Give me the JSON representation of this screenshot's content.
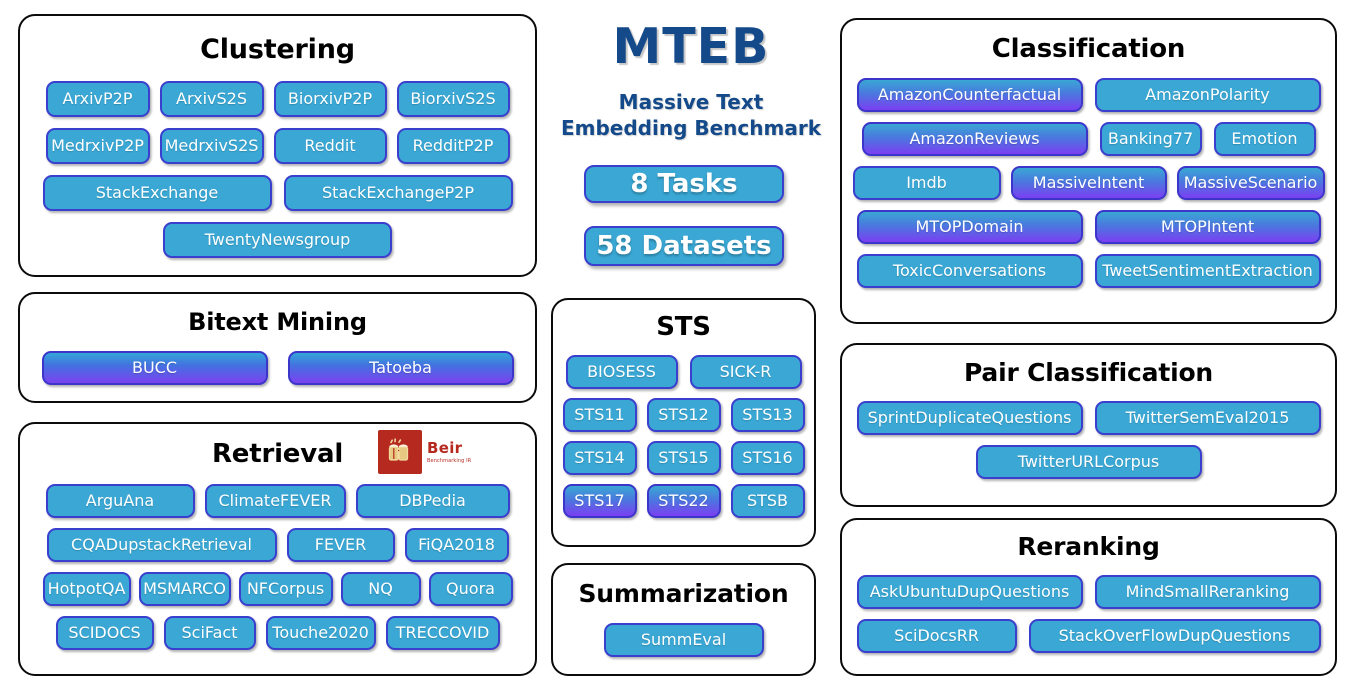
{
  "branding": {
    "title": "MTEB",
    "subtitle_line1": "Massive Text",
    "subtitle_line2": "Embedding Benchmark",
    "stats": [
      {
        "label": "8 Tasks",
        "name": "tasks-count-badge"
      },
      {
        "label": "58 Datasets",
        "name": "datasets-count-badge"
      }
    ],
    "title_color": "#144a8a",
    "chip_color": "#3aa7d4",
    "chip_border_color": "#3b3fce",
    "chip_gradient_end_color": "#7b3ff2"
  },
  "beir_logo": {
    "name": "Beir",
    "tagline": "Benchmarking IR",
    "color": "#b5291f"
  },
  "panels": {
    "clustering": {
      "title": "Clustering",
      "rows": [
        [
          {
            "label": "ArxivP2P",
            "gradient": false
          },
          {
            "label": "ArxivS2S",
            "gradient": false
          },
          {
            "label": "BiorxivP2P",
            "gradient": false
          },
          {
            "label": "BiorxivS2S",
            "gradient": false
          }
        ],
        [
          {
            "label": "MedrxivP2P",
            "gradient": false
          },
          {
            "label": "MedrxivS2S",
            "gradient": false
          },
          {
            "label": "Reddit",
            "gradient": false
          },
          {
            "label": "RedditP2P",
            "gradient": false
          }
        ],
        [
          {
            "label": "StackExchange",
            "gradient": false
          },
          {
            "label": "StackExchangeP2P",
            "gradient": false
          }
        ],
        [
          {
            "label": "TwentyNewsgroup",
            "gradient": false
          }
        ]
      ]
    },
    "bitext_mining": {
      "title": "Bitext Mining",
      "rows": [
        [
          {
            "label": "BUCC",
            "gradient": "strong"
          },
          {
            "label": "Tatoeba",
            "gradient": "strong"
          }
        ]
      ]
    },
    "retrieval": {
      "title": "Retrieval",
      "rows": [
        [
          {
            "label": "ArguAna",
            "gradient": false
          },
          {
            "label": "ClimateFEVER",
            "gradient": false
          },
          {
            "label": "DBPedia",
            "gradient": false
          }
        ],
        [
          {
            "label": "CQADupstackRetrieval",
            "gradient": false
          },
          {
            "label": "FEVER",
            "gradient": false
          },
          {
            "label": "FiQA2018",
            "gradient": false
          }
        ],
        [
          {
            "label": "HotpotQA",
            "gradient": false
          },
          {
            "label": "MSMARCO",
            "gradient": false
          },
          {
            "label": "NFCorpus",
            "gradient": false
          },
          {
            "label": "NQ",
            "gradient": false
          },
          {
            "label": "Quora",
            "gradient": false
          }
        ],
        [
          {
            "label": "SCIDOCS",
            "gradient": false
          },
          {
            "label": "SciFact",
            "gradient": false
          },
          {
            "label": "Touche2020",
            "gradient": false
          },
          {
            "label": "TRECCOVID",
            "gradient": false
          }
        ]
      ]
    },
    "sts": {
      "title": "STS",
      "rows": [
        [
          {
            "label": "BIOSESS",
            "gradient": false
          },
          {
            "label": "SICK-R",
            "gradient": false
          }
        ],
        [
          {
            "label": "STS11",
            "gradient": false
          },
          {
            "label": "STS12",
            "gradient": false
          },
          {
            "label": "STS13",
            "gradient": false
          }
        ],
        [
          {
            "label": "STS14",
            "gradient": false
          },
          {
            "label": "STS15",
            "gradient": false
          },
          {
            "label": "STS16",
            "gradient": false
          }
        ],
        [
          {
            "label": "STS17",
            "gradient": true
          },
          {
            "label": "STS22",
            "gradient": true
          },
          {
            "label": "STSB",
            "gradient": false
          }
        ]
      ]
    },
    "summarization": {
      "title": "Summarization",
      "rows": [
        [
          {
            "label": "SummEval",
            "gradient": false
          }
        ]
      ]
    },
    "classification": {
      "title": "Classification",
      "rows": [
        [
          {
            "label": "AmazonCounterfactual",
            "gradient": true
          },
          {
            "label": "AmazonPolarity",
            "gradient": false
          }
        ],
        [
          {
            "label": "AmazonReviews",
            "gradient": true
          },
          {
            "label": "Banking77",
            "gradient": false
          },
          {
            "label": "Emotion",
            "gradient": false
          }
        ],
        [
          {
            "label": "Imdb",
            "gradient": false
          },
          {
            "label": "MassiveIntent",
            "gradient": true
          },
          {
            "label": "MassiveScenario",
            "gradient": true
          }
        ],
        [
          {
            "label": "MTOPDomain",
            "gradient": true
          },
          {
            "label": "MTOPIntent",
            "gradient": true
          }
        ],
        [
          {
            "label": "ToxicConversations",
            "gradient": false
          },
          {
            "label": "TweetSentimentExtraction",
            "gradient": false
          }
        ]
      ]
    },
    "pair_classification": {
      "title": "Pair Classification",
      "rows": [
        [
          {
            "label": "SprintDuplicateQuestions",
            "gradient": false
          },
          {
            "label": "TwitterSemEval2015",
            "gradient": false
          }
        ],
        [
          {
            "label": "TwitterURLCorpus",
            "gradient": false
          }
        ]
      ]
    },
    "reranking": {
      "title": "Reranking",
      "rows": [
        [
          {
            "label": "AskUbuntuDupQuestions",
            "gradient": false
          },
          {
            "label": "MindSmallReranking",
            "gradient": false
          }
        ],
        [
          {
            "label": "SciDocsRR",
            "gradient": false
          },
          {
            "label": "StackOverFlowDupQuestions",
            "gradient": false
          }
        ]
      ]
    }
  }
}
